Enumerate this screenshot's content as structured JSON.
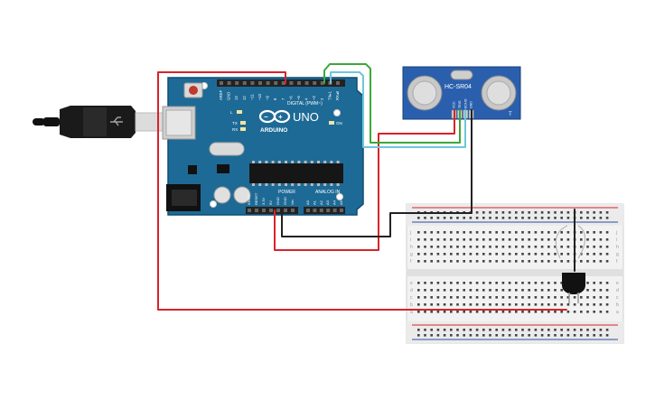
{
  "arduino": {
    "board_name": "UNO",
    "brand": "ARDUINO",
    "digital_header": "DIGITAL (PWM~)",
    "power_header": "POWER",
    "analog_header": "ANALOG IN",
    "aref": "AREF",
    "gnd": "GND",
    "led_l": "L",
    "led_tx": "TX",
    "led_rx": "RX",
    "on_label": "ON",
    "tx_pin": "TX▸1",
    "rx_pin": "RX◂0",
    "digital_pins": [
      "13",
      "12",
      "~11",
      "~10",
      "~9",
      "8",
      "7",
      "~6",
      "~5",
      "4",
      "~3",
      "2"
    ],
    "power_pins": [
      "IOREF",
      "RESET",
      "3.3V",
      "5V",
      "GND",
      "GND",
      "Vin"
    ],
    "analog_pins": [
      "A0",
      "A1",
      "A2",
      "A3",
      "A4",
      "A5"
    ]
  },
  "sensor": {
    "model": "HC-SR04",
    "pins": [
      "VCC",
      "TRIG",
      "ECHO",
      "GND"
    ]
  },
  "breadboard": {
    "row_letters_top": [
      "j",
      "i",
      "h",
      "g",
      "f"
    ],
    "row_letters_bottom": [
      "e",
      "d",
      "c",
      "b",
      "a"
    ]
  },
  "colors": {
    "board": "#1e6a96",
    "board_edge": "#0f4d72",
    "wire_red": "#d8232a",
    "wire_black": "#222222",
    "wire_green": "#3aa83a",
    "wire_cyan": "#6ec6dc",
    "sensor_blue": "#2a5fae",
    "breadboard": "#f2f2f2"
  }
}
